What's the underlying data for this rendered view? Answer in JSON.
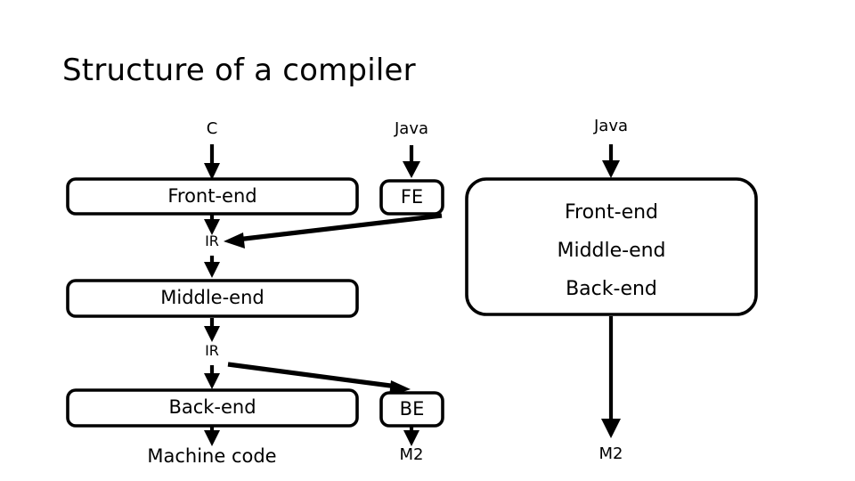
{
  "slide": {
    "title": "Structure of a compiler",
    "background_color": "#ffffff",
    "stroke_color": "#000000"
  },
  "left_pipeline": {
    "input_label": "C",
    "stages": [
      {
        "name": "Front-end"
      },
      {
        "name": "Middle-end"
      },
      {
        "name": "Back-end"
      }
    ],
    "intermediate_label_1": "IR",
    "intermediate_label_2": "IR",
    "output_label": "Machine code"
  },
  "middle_pipeline": {
    "input_label": "Java",
    "stages": [
      {
        "name": "FE"
      },
      {
        "name": "BE"
      }
    ],
    "output_label": "M2"
  },
  "right_pipeline": {
    "input_label": "Java",
    "box_lines": [
      "Front-end",
      "Middle-end",
      "Back-end"
    ],
    "output_label": "M2"
  }
}
